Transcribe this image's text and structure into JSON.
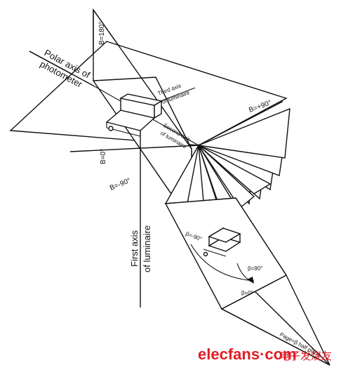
{
  "labels": {
    "b180": "B=180°",
    "b0": "B=0°",
    "bminus90": "B=-90°",
    "bplus90": "B=+90°",
    "polar_axis_line1": "Polar axis of",
    "polar_axis_line2": "photometer",
    "third_axis_line1": "Third axis",
    "third_axis_line2": "of luminaire",
    "second_axis_line1": "Second axis",
    "second_axis_line2": "of luminaire",
    "first_axis_line1": "First axis",
    "first_axis_line2": "of luminaire",
    "beta_minus90": "β=-90°",
    "beta_plus90": "β=90°",
    "beta_0": "β=0°",
    "page_plane": "Page=β half plane"
  },
  "watermark": {
    "brand": "elecfans·com",
    "cn": "电子发烧友"
  },
  "colors": {
    "line": "#111111",
    "watermark": "#e01c24",
    "background": "#ffffff"
  }
}
